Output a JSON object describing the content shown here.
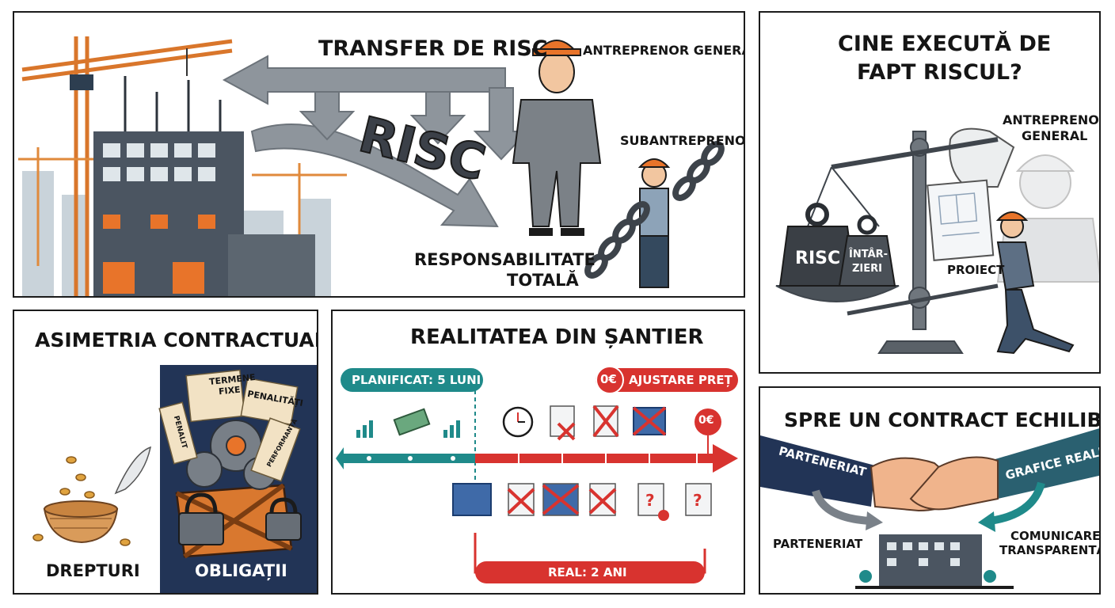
{
  "panel_risk_transfer": {
    "title": "TRANSFER DE RISC",
    "risk_word": "RISC",
    "general_contractor_label": "ANTREPRENOR GENERAL",
    "subcontractor_label": "SUBANTREPRENOR",
    "responsibility_line1": "RESPONSABILITATE",
    "responsibility_line2": "TOTALĂ"
  },
  "panel_who_executes": {
    "title_line1": "CINE EXECUTĂ DE",
    "title_line2": "FAPT RISCUL?",
    "general_contractor_line1": "ANTREPRENOR",
    "general_contractor_line2": "GENERAL",
    "weight_risk": "RISC",
    "weight_delays_line1": "ÎNTÂR-",
    "weight_delays_line2": "ZIERI",
    "project_label": "PROIECT"
  },
  "panel_asymmetry": {
    "title": "ASIMETRIA CONTRACTUALĂ",
    "rights_label": "DREPTURI",
    "obligations_label": "OBLIGAȚII",
    "scroll_fixed_terms_line1": "TERMENE",
    "scroll_fixed_terms_line2": "FIXE",
    "scroll_penalties": "PENALITĂȚI",
    "scroll_penalties_short": "PENALIT",
    "scroll_extra": "PERFORMANȚĂ"
  },
  "panel_site_reality": {
    "title": "REALITATEA DIN ȘANTIER",
    "planned_label": "PLANIFICAT: 5 LUNI",
    "price_adjust_badge": "0€",
    "price_adjust_label": "AJUSTARE PREȚ",
    "zero_euro_marker": "0€",
    "real_label": "REAL: 2 ANI"
  },
  "panel_balanced_contract": {
    "title": "SPRE UN CONTRACT ECHILIBRAT",
    "left_banner": "PARTENERIAT",
    "right_banner": "GRAFICE REALE",
    "left_caption": "PARTENERIAT",
    "right_caption_line1": "COMUNICARE",
    "right_caption_line2": "TRANSPARENTĂ"
  },
  "colors": {
    "orange": "#e8742a",
    "teal": "#1f8a8a",
    "red": "#d8332f",
    "navy": "#223456",
    "steel_gray": "#8a9199",
    "dark": "#1b1b1b"
  }
}
